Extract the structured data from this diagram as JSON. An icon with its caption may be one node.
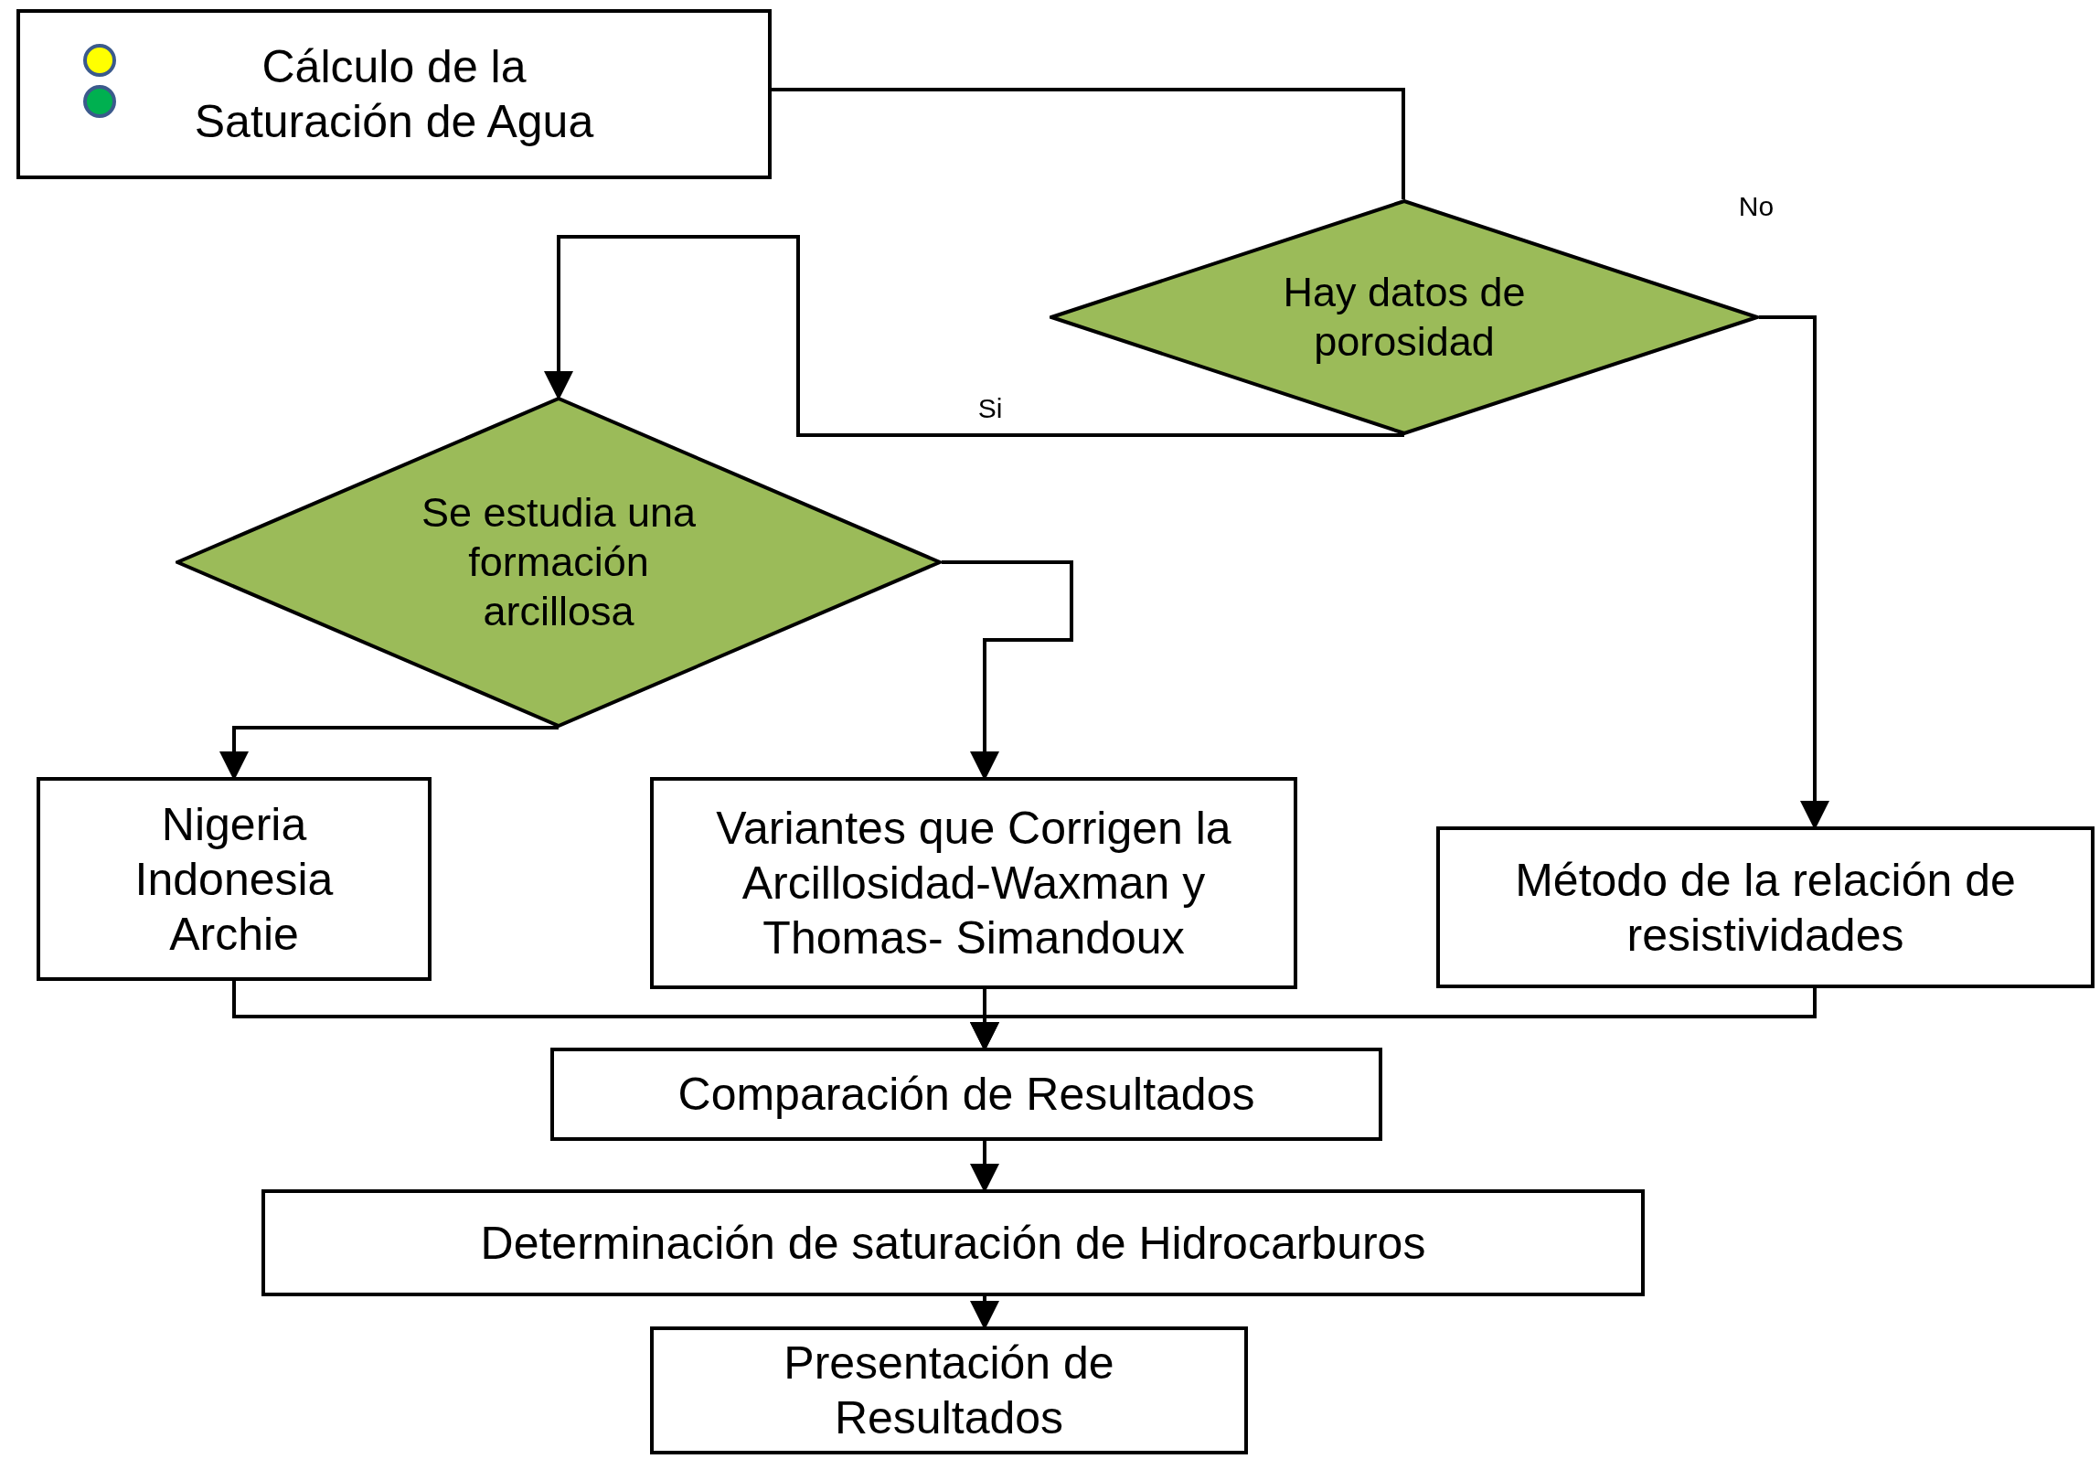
{
  "diagram": {
    "nodes": [
      {
        "text": [
          "Cálculo de la Saturación de Agua"
        ]
      },
      {
        "text": [
          "Hay datos de porosidad"
        ]
      },
      {
        "text": [
          "Se estudia una formación arcillosa"
        ]
      },
      {
        "text": [
          "Nigeria Indonesia Archie"
        ]
      },
      {
        "text": [
          "Variantes que Corrigen la Arcillosidad-Waxman y Thomas- Simandoux"
        ]
      },
      {
        "text": [
          "Método de la relación de resistividades"
        ]
      },
      {
        "text": [
          "Comparación de Resultados"
        ]
      },
      {
        "text": [
          "Determinación de saturación de Hidrocarburos"
        ]
      },
      {
        "text": [
          "Presentación de Resultados"
        ]
      }
    ],
    "edges": [
      {
        "from": 0,
        "to": 1,
        "arrow": "none"
      },
      {
        "from": 1,
        "to": 2,
        "arrow": "to",
        "label": "Si"
      },
      {
        "from": 1,
        "to": 5,
        "arrow": "to",
        "label": "No"
      },
      {
        "from": 2,
        "to": 3,
        "arrow": "to"
      },
      {
        "from": 2,
        "to": 4,
        "arrow": "to"
      },
      {
        "from": 3,
        "to": 6,
        "arrow": "to"
      },
      {
        "from": 4,
        "to": 6,
        "arrow": "to"
      },
      {
        "from": 5,
        "to": 6,
        "arrow": "to"
      },
      {
        "from": 6,
        "to": 7,
        "arrow": "to"
      },
      {
        "from": 7,
        "to": 8,
        "arrow": "to"
      }
    ]
  }
}
